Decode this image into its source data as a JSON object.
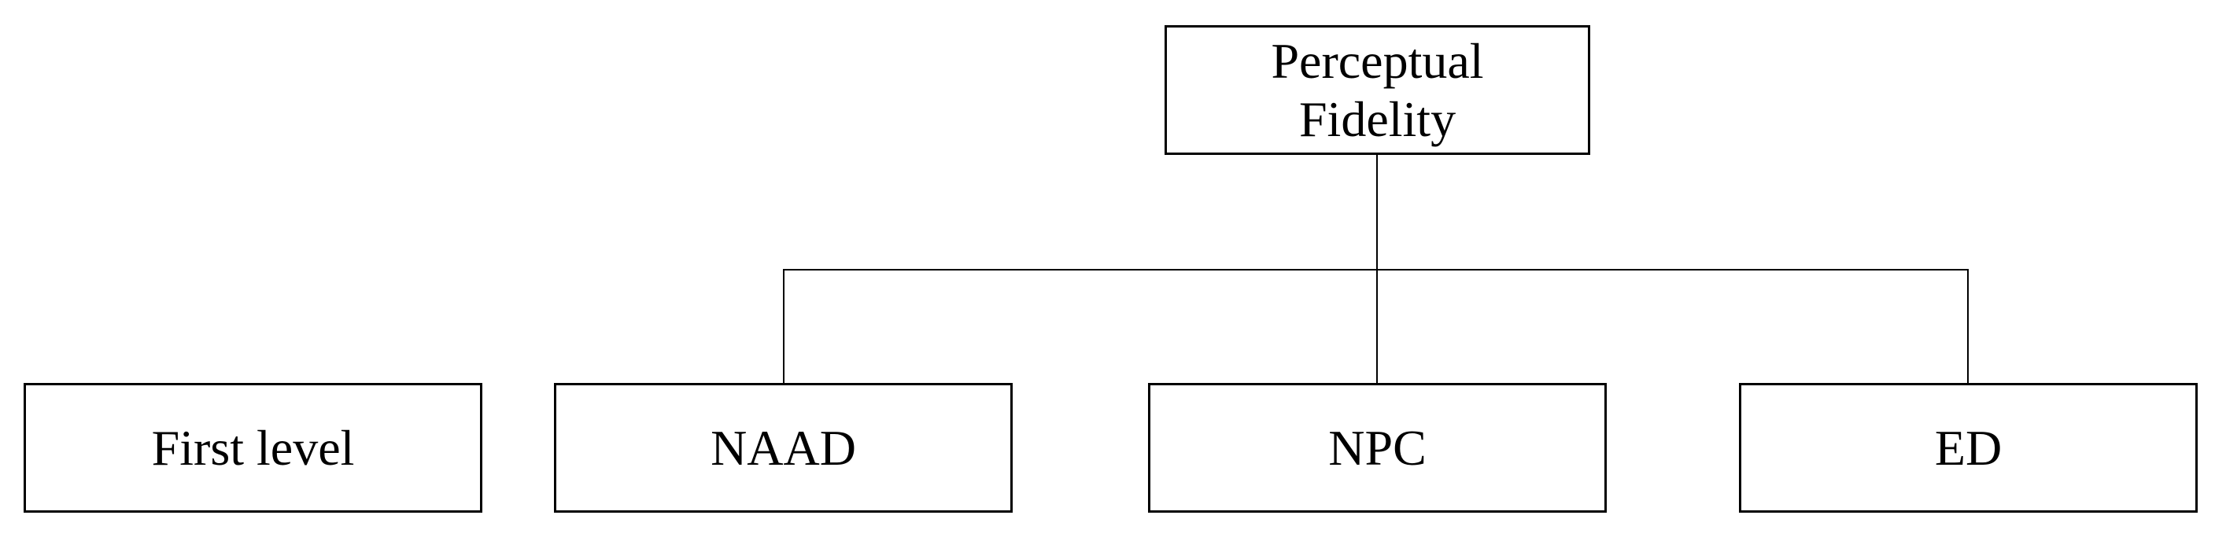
{
  "diagram": {
    "type": "hierarchy-tree",
    "root_node": {
      "label": "Perceptual\nFidelity"
    },
    "level_nodes": [
      {
        "label": "First level",
        "connected_to_root": false
      },
      {
        "label": "NAAD",
        "connected_to_root": true
      },
      {
        "label": "NPC",
        "connected_to_root": true
      },
      {
        "label": "ED",
        "connected_to_root": true
      }
    ],
    "colors": {
      "line": "#000000",
      "text": "#000000",
      "background": "#ffffff"
    }
  }
}
